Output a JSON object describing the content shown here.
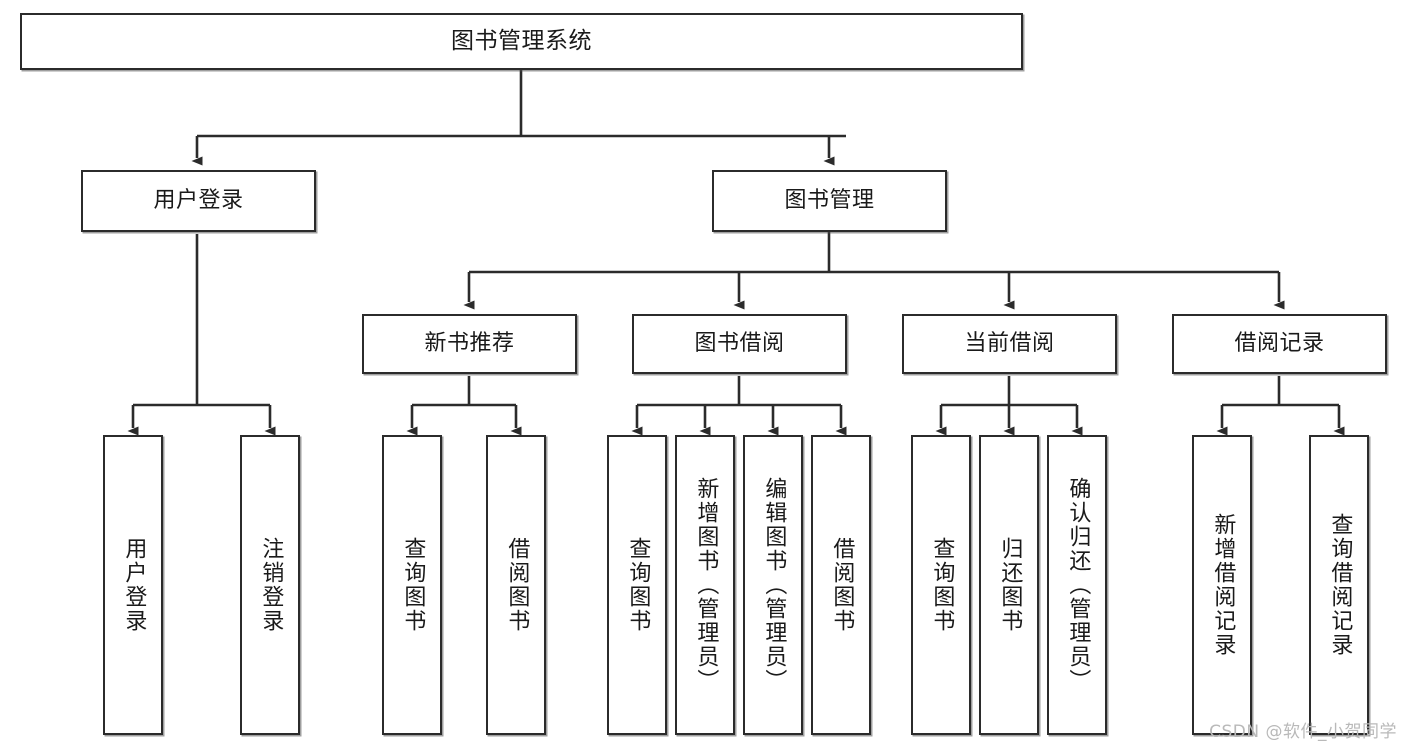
{
  "diagram": {
    "type": "tree",
    "title": "图书管理系统",
    "root": {
      "id": "root",
      "label": "图书管理系统",
      "shape": "rectangle",
      "orientation": "horizontal"
    },
    "level2": [
      {
        "id": "user-login",
        "label": "用户登录",
        "shape": "rectangle",
        "orientation": "horizontal"
      },
      {
        "id": "book-manage",
        "label": "图书管理",
        "shape": "rectangle",
        "orientation": "horizontal"
      }
    ],
    "level3": [
      {
        "id": "new-book-rec",
        "label": "新书推荐",
        "parent": "book-manage"
      },
      {
        "id": "book-borrow",
        "label": "图书借阅",
        "parent": "book-manage"
      },
      {
        "id": "current-borrow",
        "label": "当前借阅",
        "parent": "book-manage"
      },
      {
        "id": "borrow-record",
        "label": "借阅记录",
        "parent": "book-manage"
      }
    ],
    "leaves": [
      {
        "id": "leaf-user-login",
        "label": "用户登录",
        "parent": "user-login"
      },
      {
        "id": "leaf-user-logout",
        "label": "注销登录",
        "parent": "user-login"
      },
      {
        "id": "leaf-rec-query-book",
        "label": "查询图书",
        "parent": "new-book-rec"
      },
      {
        "id": "leaf-rec-borrow-book",
        "label": "借阅图书",
        "parent": "new-book-rec"
      },
      {
        "id": "leaf-borrow-query-book",
        "label": "查询图书",
        "parent": "book-borrow"
      },
      {
        "id": "leaf-borrow-add-book",
        "label": "新增图书（管理员）",
        "parent": "book-borrow"
      },
      {
        "id": "leaf-borrow-edit-book",
        "label": "编辑图书（管理员）",
        "parent": "book-borrow"
      },
      {
        "id": "leaf-borrow-borrow-book",
        "label": "借阅图书",
        "parent": "book-borrow"
      },
      {
        "id": "leaf-cur-query-book",
        "label": "查询图书",
        "parent": "current-borrow"
      },
      {
        "id": "leaf-cur-return-book",
        "label": "归还图书",
        "parent": "current-borrow"
      },
      {
        "id": "leaf-cur-confirm-return",
        "label": "确认归还（管理员）",
        "parent": "current-borrow"
      },
      {
        "id": "leaf-rec-add-record",
        "label": "新增借阅记录",
        "parent": "borrow-record"
      },
      {
        "id": "leaf-rec-query-record",
        "label": "查询借阅记录",
        "parent": "borrow-record"
      }
    ],
    "edge_style": {
      "line_color": "#2b2b2b",
      "arrow_head": "filled-triangle",
      "routing": "orthogonal"
    }
  },
  "watermark": {
    "text": "CSDN @软件_小贺同学",
    "color": "#b9b9b9"
  },
  "colors": {
    "background": "#ffffff",
    "node_border": "#2b2b2b",
    "node_fill": "#ffffff",
    "text": "#1a1a1a",
    "shadow": "#808080"
  }
}
